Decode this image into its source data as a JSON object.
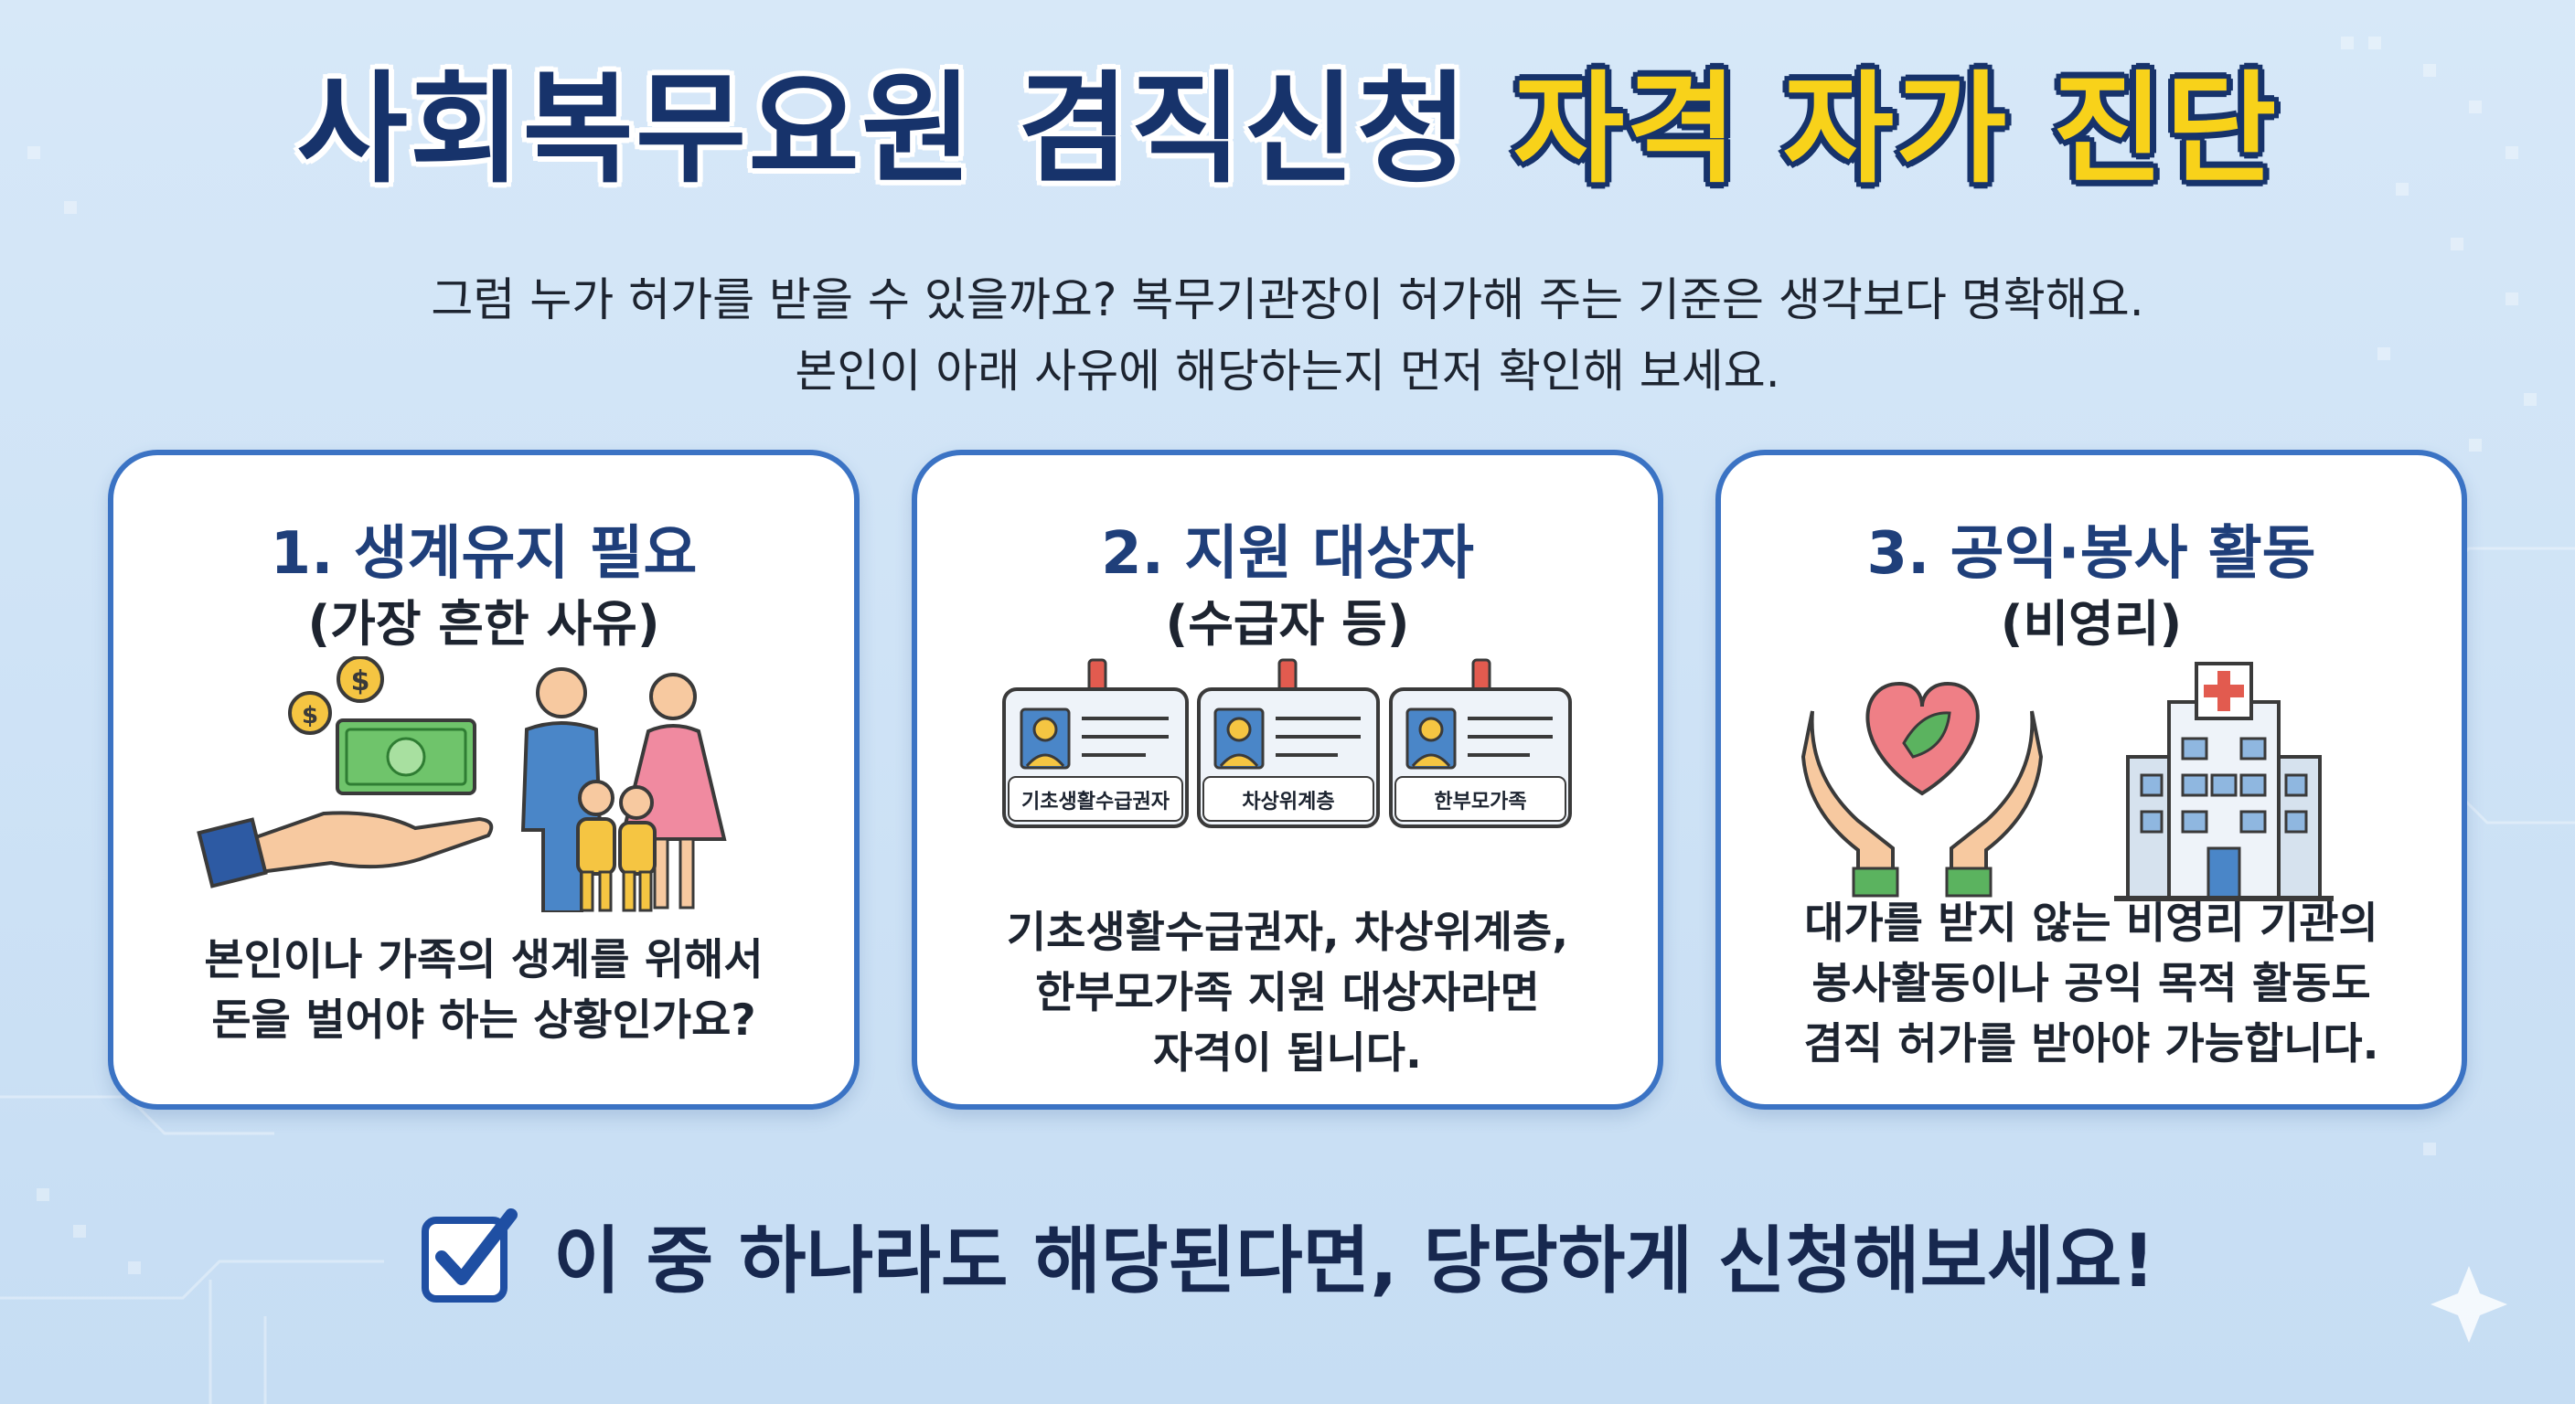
{
  "title": {
    "part1": "사회복무요원 겸직신청",
    "part2": "자격 자가 진단"
  },
  "subtitle": {
    "line1": "그럼 누가 허가를 받을 수 있을까요? 복무기관장이 허가해 주는 기준은 생각보다 명확해요.",
    "line2": "본인이 아래 사유에 해당하는지 먼저 확인해 보세요."
  },
  "cards": [
    {
      "heading": "1. 생계유지 필요",
      "sub": "(가장 흔한 사유)",
      "body_lines": [
        "본인이나 가족의 생계를 위해서",
        "돈을 벌어야 하는 상황인가요?"
      ],
      "icons": [
        "money-hand-icon",
        "family-icon"
      ]
    },
    {
      "heading": "2. 지원 대상자",
      "sub": "(수급자 등)",
      "badges": [
        "기초생활수급권자",
        "차상위계층",
        "한부모가족"
      ],
      "body_lines": [
        "기초생활수급권자, 차상위계층,",
        "한부모가족 지원 대상자라면",
        "자격이 됩니다."
      ],
      "icons": [
        "id-badge-icon"
      ]
    },
    {
      "heading": "3. 공익·봉사 활동",
      "sub": "(비영리)",
      "body_lines": [
        "대가를 받지 않는 비영리 기관의",
        "봉사활동이나 공익 목적 활동도",
        "겸직 허가를 받아야 가능합니다."
      ],
      "icons": [
        "heart-hands-icon",
        "hospital-icon"
      ]
    }
  ],
  "footer": {
    "text": "이 중 하나라도 해당된다면, 당당하게 신청해보세요!",
    "icon": "checkbox-checked-icon"
  },
  "colors": {
    "navy": "#17336b",
    "yellow": "#f8d21a",
    "card_border": "#3b73c4",
    "heading": "#1f3f7a"
  }
}
